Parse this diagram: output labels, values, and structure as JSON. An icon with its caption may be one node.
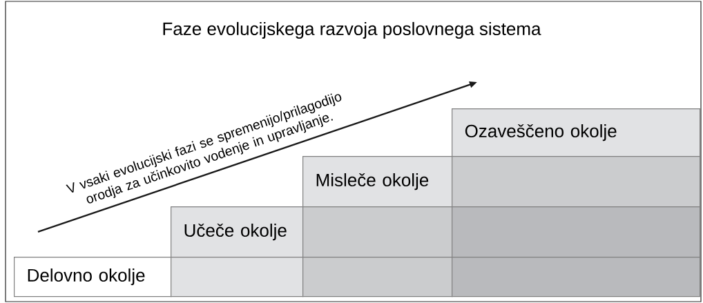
{
  "diagram": {
    "title": "Faze evolucijskega razvoja poslovnega sistema",
    "nodes": [
      {
        "text": [
          "Ozaveščeno okolje"
        ]
      },
      {
        "text": [
          "Misleče okolje"
        ]
      },
      {
        "text": [],
        "shape": "box"
      },
      {
        "text": [
          "Učeče okolje"
        ]
      },
      {
        "text": [],
        "shape": "box"
      },
      {
        "text": [],
        "shape": "box"
      },
      {
        "text": [
          "Delovno okolje"
        ]
      },
      {
        "text": [],
        "shape": "box"
      },
      {
        "text": [],
        "shape": "box"
      },
      {
        "text": [],
        "shape": "box"
      }
    ],
    "labels": [
      "V vsaki evolucijski fazi se spremenijo/prilagodijo orodja za učinkovito vodenje in upravljanje."
    ]
  }
}
